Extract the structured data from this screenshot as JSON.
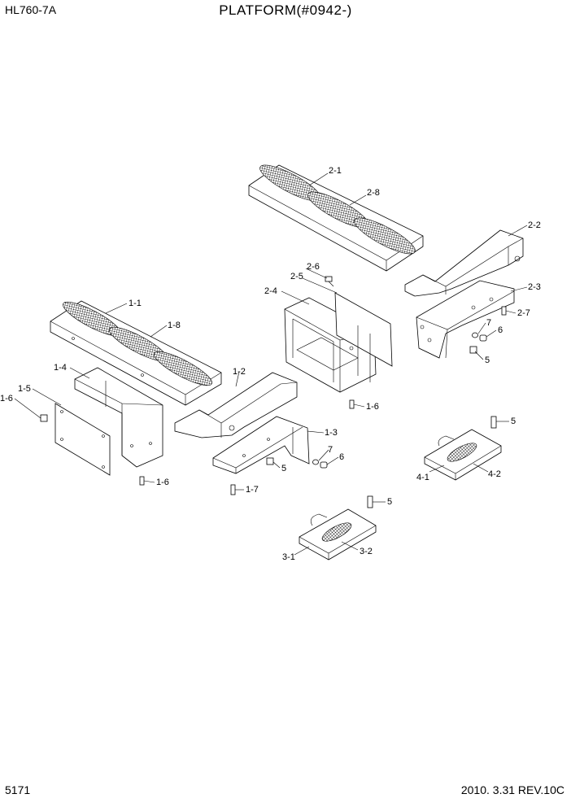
{
  "header": {
    "model": "HL760-7A",
    "title": "PLATFORM(#0942-)"
  },
  "footer": {
    "page": "5171",
    "revision": "2010. 3.31  REV.10C"
  },
  "callouts": {
    "c2_1": "2-1",
    "c2_8": "2-8",
    "c2_2": "2-2",
    "c2_6": "2-6",
    "c2_5": "2-5",
    "c2_4": "2-4",
    "c2_3": "2-3",
    "c2_7": "2-7",
    "c7a": "7",
    "c6a": "6",
    "c5a": "5",
    "c1_1": "1-1",
    "c1_8": "1-8",
    "c1_4": "1-4",
    "c1_5": "1-5",
    "c1_6a": "1-6",
    "c1_6b": "1-6",
    "c1_6c": "1-6",
    "c1_2": "1-2",
    "c1_3": "1-3",
    "c7b": "7",
    "c6b": "6",
    "c5b": "5",
    "c1_7": "1-7",
    "c5c": "5",
    "c4_1": "4-1",
    "c4_2": "4-2",
    "c5d": "5",
    "c3_1": "3-1",
    "c3_2": "3-2"
  }
}
